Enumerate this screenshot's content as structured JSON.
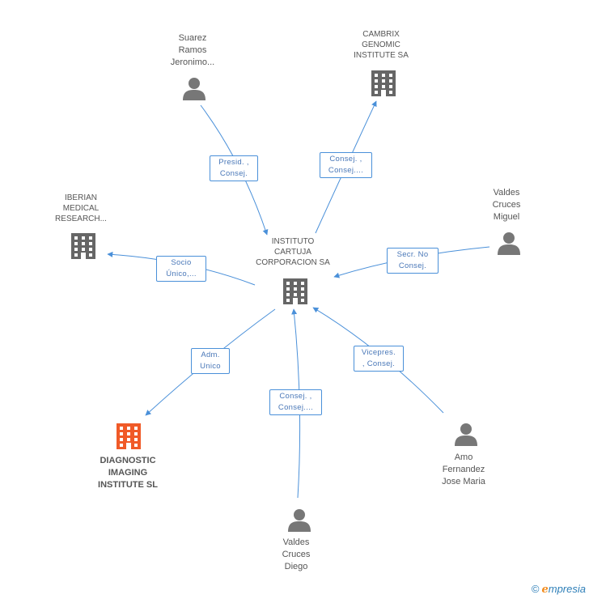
{
  "nodes": [
    {
      "id": "center",
      "type": "company",
      "label": "INSTITUTO\nCARTUJA\nCORPORACION SA",
      "color": "#666666",
      "icon": "building-icon"
    },
    {
      "id": "suarez",
      "type": "person",
      "label": "Suarez\nRamos\nJeronimo...",
      "color": "#777777",
      "icon": "person-icon"
    },
    {
      "id": "cambrix",
      "type": "company",
      "label": "CAMBRIX\nGENOMIC\nINSTITUTE SA",
      "color": "#666666",
      "icon": "building-icon"
    },
    {
      "id": "iberian",
      "type": "company",
      "label": "IBERIAN\nMEDICAL\nRESEARCH...",
      "color": "#666666",
      "icon": "building-icon"
    },
    {
      "id": "valdes_miguel",
      "type": "person",
      "label": "Valdes\nCruces\nMiguel",
      "color": "#777777",
      "icon": "person-icon"
    },
    {
      "id": "diagnostic",
      "type": "company",
      "label": "DIAGNOSTIC\nIMAGING\nINSTITUTE SL",
      "color": "#f05a28",
      "icon": "building-icon"
    },
    {
      "id": "amo",
      "type": "person",
      "label": "Amo\nFernandez\nJose Maria",
      "color": "#777777",
      "icon": "person-icon"
    },
    {
      "id": "valdes_diego",
      "type": "person",
      "label": "Valdes\nCruces\nDiego",
      "color": "#777777",
      "icon": "person-icon"
    }
  ],
  "edges": [
    {
      "from": "suarez",
      "to": "center",
      "label": "Presid. ,\nConsej."
    },
    {
      "from": "center",
      "to": "cambrix",
      "label": "Consej. ,\nConsej...."
    },
    {
      "from": "center",
      "to": "iberian",
      "label": "Socio\nÚnico,..."
    },
    {
      "from": "valdes_miguel",
      "to": "center",
      "label": "Secr.  No\nConsej."
    },
    {
      "from": "center",
      "to": "diagnostic",
      "label": "Adm.\nUnico"
    },
    {
      "from": "valdes_diego",
      "to": "center",
      "label": "Consej. ,\nConsej...."
    },
    {
      "from": "amo",
      "to": "center",
      "label": "Vicepres.\n, Consej."
    }
  ],
  "footer": {
    "copyright": "©",
    "brand_e": "e",
    "brand_rest": "mpresia"
  },
  "colors": {
    "edge": "#4a90d9",
    "focus": "#f05a28"
  }
}
